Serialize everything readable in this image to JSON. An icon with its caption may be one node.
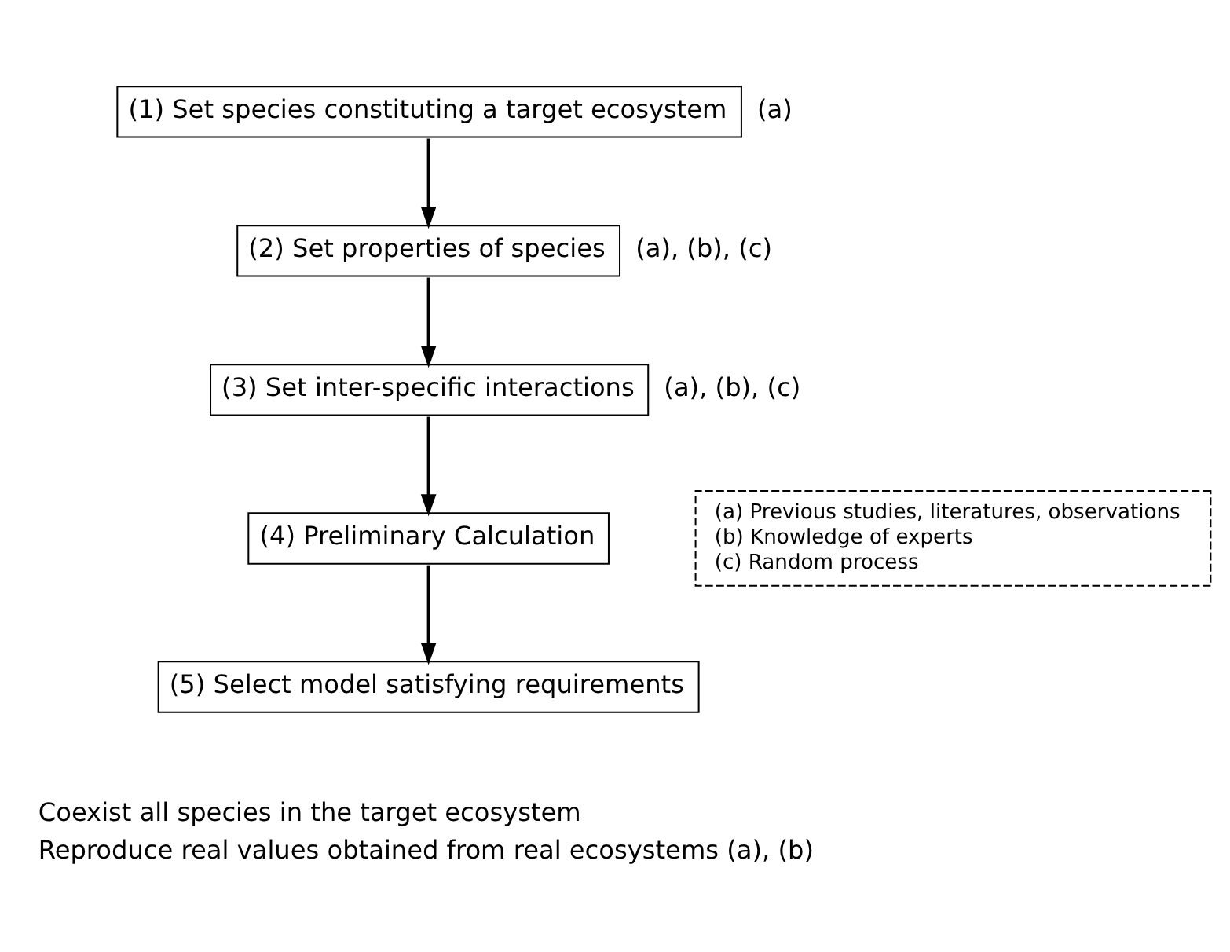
{
  "diagram": {
    "nodes": [
      {
        "text": [
          "(1) Set species constituting a target ecosystem"
        ],
        "beside": [
          "(a)"
        ]
      },
      {
        "text": [
          "(2) Set properties of species"
        ],
        "beside": [
          "(a), (b), (c)"
        ]
      },
      {
        "text": [
          "(3) Set inter-specific interactions"
        ],
        "beside": [
          "(a), (b), (c)"
        ]
      },
      {
        "text": [
          "(4) Preliminary Calculation"
        ]
      },
      {
        "text": [
          "(5) Select model satisfying requirements"
        ]
      },
      {
        "text": [
          "(a) Previous studies, literatures, observations",
          "(b) Knowledge of experts",
          "(c) Random process"
        ]
      }
    ],
    "edges": [
      {
        "from": 0,
        "to": 1,
        "arrow": "to"
      },
      {
        "from": 1,
        "to": 2,
        "arrow": "to"
      },
      {
        "from": 2,
        "to": 3,
        "arrow": "to"
      },
      {
        "from": 3,
        "to": 4,
        "arrow": "to"
      }
    ],
    "labels": [
      "Coexist all species in the target ecosystem",
      "Reproduce real values obtained from real ecosystems (a), (b)"
    ]
  }
}
